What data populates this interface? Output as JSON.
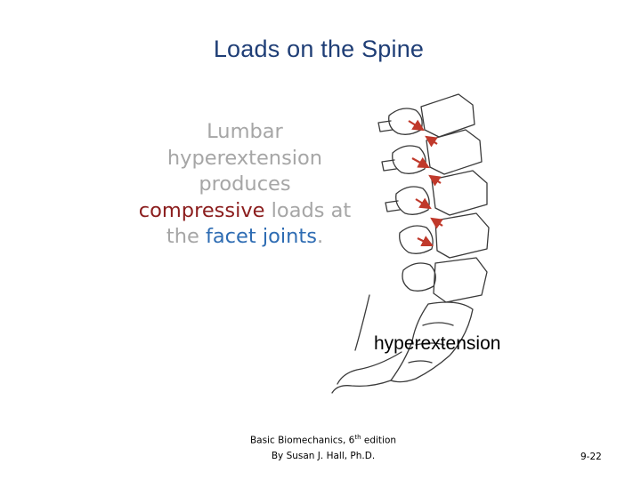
{
  "slide": {
    "title": "Loads on the Spine",
    "body": {
      "line1": "Lumbar",
      "line2": "hyperextension",
      "line3": "produces",
      "compressive": "compressive",
      "loads_at": " loads at",
      "the": "the ",
      "facet_joints": "facet joints",
      "period": "."
    },
    "figure": {
      "caption": "hyperextension",
      "arrow_color": "#c0392b",
      "bone_outline_color": "#3a3a3a"
    },
    "credit": {
      "line1_before": "Basic Biomechanics, 6",
      "line1_sup": "th",
      "line1_after": " edition",
      "line2": "By Susan J. Hall, Ph.D."
    },
    "page_number": "9-22"
  }
}
